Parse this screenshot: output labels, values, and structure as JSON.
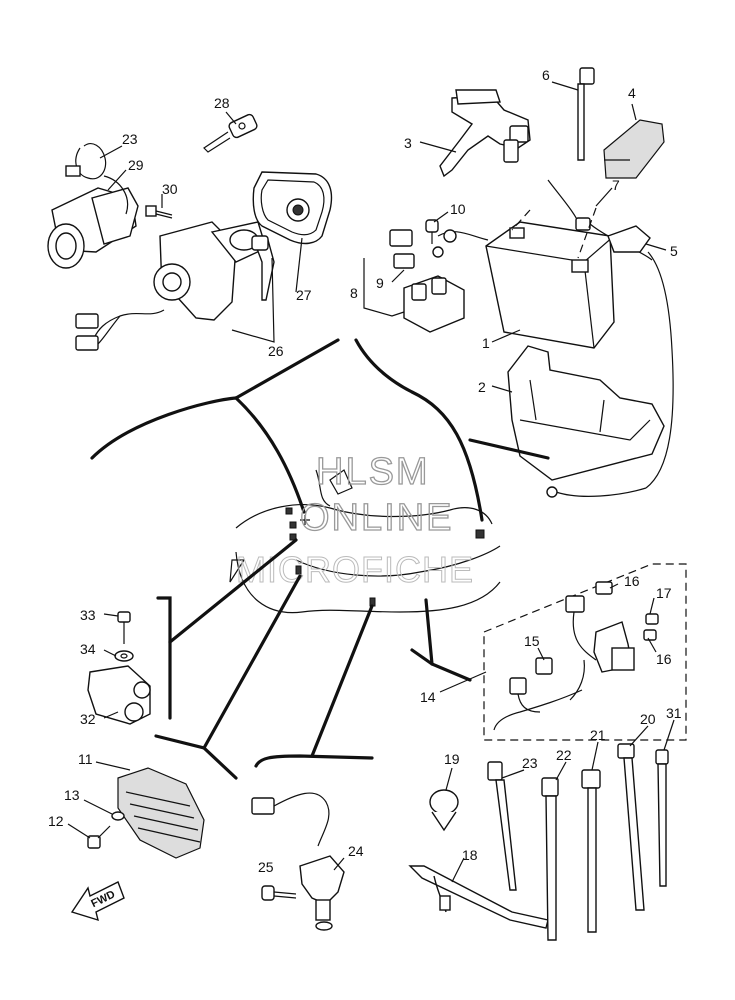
{
  "watermark": {
    "line1": "HLSM",
    "line2": "ONLINE",
    "line3": "MICROFICHE"
  },
  "fwd_label": "FWD",
  "callouts": {
    "n1": "1",
    "n2": "2",
    "n3": "3",
    "n4": "4",
    "n5": "5",
    "n6": "6",
    "n7": "7",
    "n8": "8",
    "n9": "9",
    "n10": "10",
    "n11": "11",
    "n12": "12",
    "n13": "13",
    "n14": "14",
    "n15": "15",
    "n16a": "16",
    "n16b": "16",
    "n17": "17",
    "n18": "18",
    "n19": "19",
    "n20": "20",
    "n21": "21",
    "n22": "22",
    "n23a": "23",
    "n23b": "23",
    "n24": "24",
    "n25": "25",
    "n26": "26",
    "n27": "27",
    "n28": "28",
    "n29": "29",
    "n30": "30",
    "n31": "31",
    "n32": "32",
    "n33": "33",
    "n34": "34"
  }
}
